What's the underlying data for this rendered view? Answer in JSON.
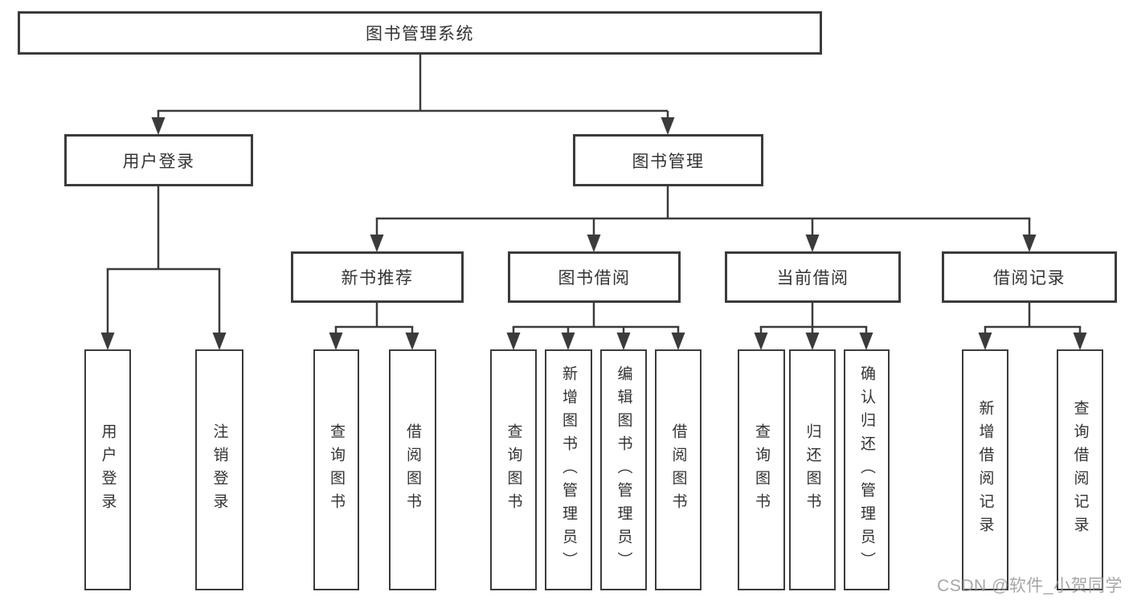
{
  "tree": {
    "label": "图书管理系统",
    "children": [
      {
        "label": "用户登录",
        "children": [
          {
            "label": "用户登录"
          },
          {
            "label": "注销登录"
          }
        ]
      },
      {
        "label": "图书管理",
        "children": [
          {
            "label": "新书推荐",
            "children": [
              {
                "label": "查询图书"
              },
              {
                "label": "借阅图书"
              }
            ]
          },
          {
            "label": "图书借阅",
            "children": [
              {
                "label": "查询图书"
              },
              {
                "label": "新增图书（管理员）"
              },
              {
                "label": "编辑图书（管理员）"
              },
              {
                "label": "借阅图书"
              }
            ]
          },
          {
            "label": "当前借阅",
            "children": [
              {
                "label": "查询图书"
              },
              {
                "label": "归还图书"
              },
              {
                "label": "确认归还（管理员）"
              }
            ]
          },
          {
            "label": "借阅记录",
            "children": [
              {
                "label": "新增借阅记录"
              },
              {
                "label": "查询借阅记录"
              }
            ]
          }
        ]
      }
    ]
  },
  "watermark": {
    "text": "CSDN @软件_小贺同学"
  },
  "colors": {
    "line": "#3b3b3b",
    "box_border": "#3b3b3b",
    "text": "#333333",
    "watermark": "#969696",
    "background": "#ffffff"
  }
}
